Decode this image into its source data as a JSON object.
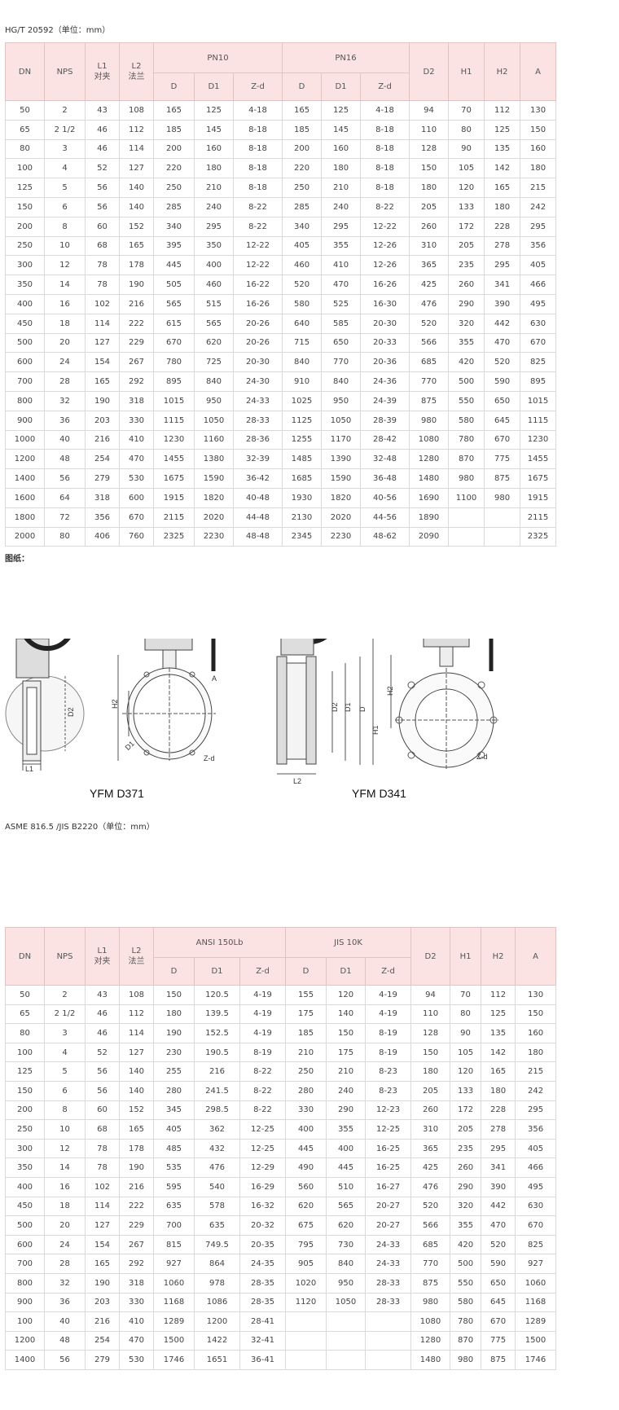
{
  "section1": {
    "caption": "HG/T 20592（单位：mm）",
    "headers": {
      "dn": "DN",
      "nps": "NPS",
      "l1": "L1",
      "l1_sub": "对夹",
      "l2": "L2",
      "l2_sub": "法兰",
      "group_a": "PN10",
      "group_b": "PN16",
      "d": "D",
      "d1": "D1",
      "zd": "Z-d",
      "d2": "D2",
      "h1": "H1",
      "h2": "H2",
      "a": "A"
    },
    "rows": [
      [
        "50",
        "2",
        "43",
        "108",
        "165",
        "125",
        "4-18",
        "165",
        "125",
        "4-18",
        "94",
        "70",
        "112",
        "130"
      ],
      [
        "65",
        "2 1/2",
        "46",
        "112",
        "185",
        "145",
        "8-18",
        "185",
        "145",
        "8-18",
        "110",
        "80",
        "125",
        "150"
      ],
      [
        "80",
        "3",
        "46",
        "114",
        "200",
        "160",
        "8-18",
        "200",
        "160",
        "8-18",
        "128",
        "90",
        "135",
        "160"
      ],
      [
        "100",
        "4",
        "52",
        "127",
        "220",
        "180",
        "8-18",
        "220",
        "180",
        "8-18",
        "150",
        "105",
        "142",
        "180"
      ],
      [
        "125",
        "5",
        "56",
        "140",
        "250",
        "210",
        "8-18",
        "250",
        "210",
        "8-18",
        "180",
        "120",
        "165",
        "215"
      ],
      [
        "150",
        "6",
        "56",
        "140",
        "285",
        "240",
        "8-22",
        "285",
        "240",
        "8-22",
        "205",
        "133",
        "180",
        "242"
      ],
      [
        "200",
        "8",
        "60",
        "152",
        "340",
        "295",
        "8-22",
        "340",
        "295",
        "12-22",
        "260",
        "172",
        "228",
        "295"
      ],
      [
        "250",
        "10",
        "68",
        "165",
        "395",
        "350",
        "12-22",
        "405",
        "355",
        "12-26",
        "310",
        "205",
        "278",
        "356"
      ],
      [
        "300",
        "12",
        "78",
        "178",
        "445",
        "400",
        "12-22",
        "460",
        "410",
        "12-26",
        "365",
        "235",
        "295",
        "405"
      ],
      [
        "350",
        "14",
        "78",
        "190",
        "505",
        "460",
        "16-22",
        "520",
        "470",
        "16-26",
        "425",
        "260",
        "341",
        "466"
      ],
      [
        "400",
        "16",
        "102",
        "216",
        "565",
        "515",
        "16-26",
        "580",
        "525",
        "16-30",
        "476",
        "290",
        "390",
        "495"
      ],
      [
        "450",
        "18",
        "114",
        "222",
        "615",
        "565",
        "20-26",
        "640",
        "585",
        "20-30",
        "520",
        "320",
        "442",
        "630"
      ],
      [
        "500",
        "20",
        "127",
        "229",
        "670",
        "620",
        "20-26",
        "715",
        "650",
        "20-33",
        "566",
        "355",
        "470",
        "670"
      ],
      [
        "600",
        "24",
        "154",
        "267",
        "780",
        "725",
        "20-30",
        "840",
        "770",
        "20-36",
        "685",
        "420",
        "520",
        "825"
      ],
      [
        "700",
        "28",
        "165",
        "292",
        "895",
        "840",
        "24-30",
        "910",
        "840",
        "24-36",
        "770",
        "500",
        "590",
        "895"
      ],
      [
        "800",
        "32",
        "190",
        "318",
        "1015",
        "950",
        "24-33",
        "1025",
        "950",
        "24-39",
        "875",
        "550",
        "650",
        "1015"
      ],
      [
        "900",
        "36",
        "203",
        "330",
        "1115",
        "1050",
        "28-33",
        "1125",
        "1050",
        "28-39",
        "980",
        "580",
        "645",
        "1115"
      ],
      [
        "1000",
        "40",
        "216",
        "410",
        "1230",
        "1160",
        "28-36",
        "1255",
        "1170",
        "28-42",
        "1080",
        "780",
        "670",
        "1230"
      ],
      [
        "1200",
        "48",
        "254",
        "470",
        "1455",
        "1380",
        "32-39",
        "1485",
        "1390",
        "32-48",
        "1280",
        "870",
        "775",
        "1455"
      ],
      [
        "1400",
        "56",
        "279",
        "530",
        "1675",
        "1590",
        "36-42",
        "1685",
        "1590",
        "36-48",
        "1480",
        "980",
        "875",
        "1675"
      ],
      [
        "1600",
        "64",
        "318",
        "600",
        "1915",
        "1820",
        "40-48",
        "1930",
        "1820",
        "40-56",
        "1690",
        "1100",
        "980",
        "1915"
      ],
      [
        "1800",
        "72",
        "356",
        "670",
        "2115",
        "2020",
        "44-48",
        "2130",
        "2020",
        "44-56",
        "1890",
        "",
        "",
        "2115"
      ],
      [
        "2000",
        "80",
        "406",
        "760",
        "2325",
        "2230",
        "48-48",
        "2345",
        "2230",
        "48-62",
        "2090",
        "",
        "",
        "2325"
      ]
    ]
  },
  "drawings": {
    "caption": "图纸：",
    "model_left": "YFM D371",
    "model_right": "YFM D341",
    "dim_labels": {
      "h2": "H2",
      "d2": "D2",
      "a": "A",
      "d1": "D1",
      "zd": "Z-d",
      "l1": "L1",
      "l2": "L2",
      "d": "D",
      "h1": "H1"
    }
  },
  "section2": {
    "caption": "ASME 816.5 /JIS B2220（单位：mm）",
    "headers": {
      "dn": "DN",
      "nps": "NPS",
      "l1": "L1",
      "l1_sub": "对夹",
      "l2": "L2",
      "l2_sub": "法兰",
      "group_a": "ANSI 150Lb",
      "group_b": "JIS 10K",
      "d": "D",
      "d1": "D1",
      "zd": "Z-d",
      "d2": "D2",
      "h1": "H1",
      "h2": "H2",
      "a": "A"
    },
    "rows": [
      [
        "50",
        "2",
        "43",
        "108",
        "150",
        "120.5",
        "4-19",
        "155",
        "120",
        "4-19",
        "94",
        "70",
        "112",
        "130"
      ],
      [
        "65",
        "2 1/2",
        "46",
        "112",
        "180",
        "139.5",
        "4-19",
        "175",
        "140",
        "4-19",
        "110",
        "80",
        "125",
        "150"
      ],
      [
        "80",
        "3",
        "46",
        "114",
        "190",
        "152.5",
        "4-19",
        "185",
        "150",
        "8-19",
        "128",
        "90",
        "135",
        "160"
      ],
      [
        "100",
        "4",
        "52",
        "127",
        "230",
        "190.5",
        "8-19",
        "210",
        "175",
        "8-19",
        "150",
        "105",
        "142",
        "180"
      ],
      [
        "125",
        "5",
        "56",
        "140",
        "255",
        "216",
        "8-22",
        "250",
        "210",
        "8-23",
        "180",
        "120",
        "165",
        "215"
      ],
      [
        "150",
        "6",
        "56",
        "140",
        "280",
        "241.5",
        "8-22",
        "280",
        "240",
        "8-23",
        "205",
        "133",
        "180",
        "242"
      ],
      [
        "200",
        "8",
        "60",
        "152",
        "345",
        "298.5",
        "8-22",
        "330",
        "290",
        "12-23",
        "260",
        "172",
        "228",
        "295"
      ],
      [
        "250",
        "10",
        "68",
        "165",
        "405",
        "362",
        "12-25",
        "400",
        "355",
        "12-25",
        "310",
        "205",
        "278",
        "356"
      ],
      [
        "300",
        "12",
        "78",
        "178",
        "485",
        "432",
        "12-25",
        "445",
        "400",
        "16-25",
        "365",
        "235",
        "295",
        "405"
      ],
      [
        "350",
        "14",
        "78",
        "190",
        "535",
        "476",
        "12-29",
        "490",
        "445",
        "16-25",
        "425",
        "260",
        "341",
        "466"
      ],
      [
        "400",
        "16",
        "102",
        "216",
        "595",
        "540",
        "16-29",
        "560",
        "510",
        "16-27",
        "476",
        "290",
        "390",
        "495"
      ],
      [
        "450",
        "18",
        "114",
        "222",
        "635",
        "578",
        "16-32",
        "620",
        "565",
        "20-27",
        "520",
        "320",
        "442",
        "630"
      ],
      [
        "500",
        "20",
        "127",
        "229",
        "700",
        "635",
        "20-32",
        "675",
        "620",
        "20-27",
        "566",
        "355",
        "470",
        "670"
      ],
      [
        "600",
        "24",
        "154",
        "267",
        "815",
        "749.5",
        "20-35",
        "795",
        "730",
        "24-33",
        "685",
        "420",
        "520",
        "825"
      ],
      [
        "700",
        "28",
        "165",
        "292",
        "927",
        "864",
        "24-35",
        "905",
        "840",
        "24-33",
        "770",
        "500",
        "590",
        "927"
      ],
      [
        "800",
        "32",
        "190",
        "318",
        "1060",
        "978",
        "28-35",
        "1020",
        "950",
        "28-33",
        "875",
        "550",
        "650",
        "1060"
      ],
      [
        "900",
        "36",
        "203",
        "330",
        "1168",
        "1086",
        "28-35",
        "1120",
        "1050",
        "28-33",
        "980",
        "580",
        "645",
        "1168"
      ],
      [
        "100",
        "40",
        "216",
        "410",
        "1289",
        "1200",
        "28-41",
        "",
        "",
        "",
        "1080",
        "780",
        "670",
        "1289"
      ],
      [
        "1200",
        "48",
        "254",
        "470",
        "1500",
        "1422",
        "32-41",
        "",
        "",
        "",
        "1280",
        "870",
        "775",
        "1500"
      ],
      [
        "1400",
        "56",
        "279",
        "530",
        "1746",
        "1651",
        "36-41",
        "",
        "",
        "",
        "1480",
        "980",
        "875",
        "1746"
      ]
    ]
  }
}
